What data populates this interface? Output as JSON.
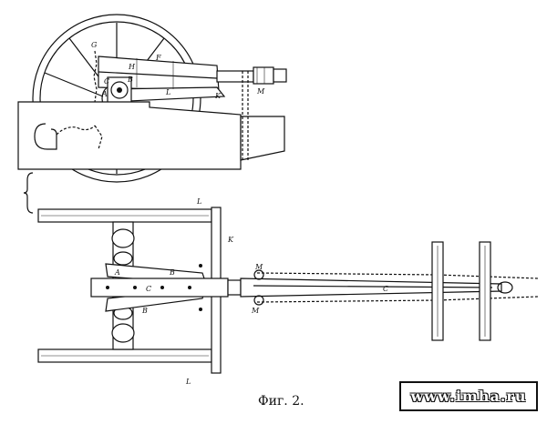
{
  "caption": "Фиг. 2.",
  "watermark": "www.imha.ru",
  "side_view_labels": {
    "g": "G",
    "h": "H",
    "f": "F",
    "b": "B",
    "c": "C",
    "l": "L",
    "k": "K",
    "m": "M",
    "a": "A"
  },
  "top_view_labels": {
    "l_top": "L",
    "k": "K",
    "a": "A",
    "b_top": "B",
    "c_left": "C",
    "b_bottom": "B",
    "m_top": "M",
    "m_bottom": "M",
    "c_right": "C",
    "l_bottom": "L"
  }
}
